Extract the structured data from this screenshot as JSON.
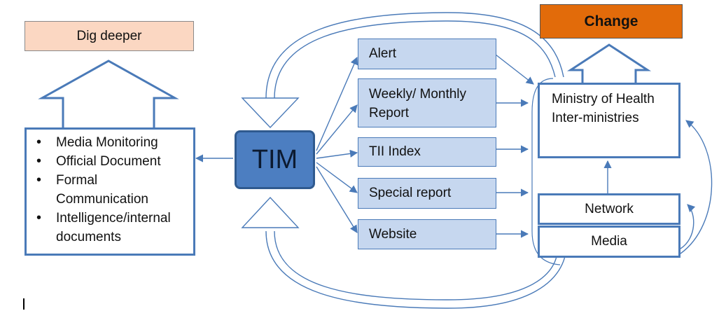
{
  "dig_deeper": "Dig deeper",
  "change": "Change",
  "center": "TIM",
  "sources": [
    "Media Monitoring",
    "Official Document",
    "Formal Communication",
    "Intelligence/internal documents"
  ],
  "outputs": [
    "Alert",
    "Weekly/ Monthly Report",
    "TII Index",
    "Special report",
    "Website"
  ],
  "targets": {
    "ministry": "Ministry of Health Inter-ministries",
    "network": "Network",
    "media": "Media"
  },
  "colors": {
    "line": "#4a7ab8",
    "output_fill": "#c6d7ef",
    "tim_fill": "#4c7ec1",
    "tim_border": "#2f5a8f",
    "dig_fill": "#fbd7c2",
    "change_fill": "#e26b0a"
  }
}
